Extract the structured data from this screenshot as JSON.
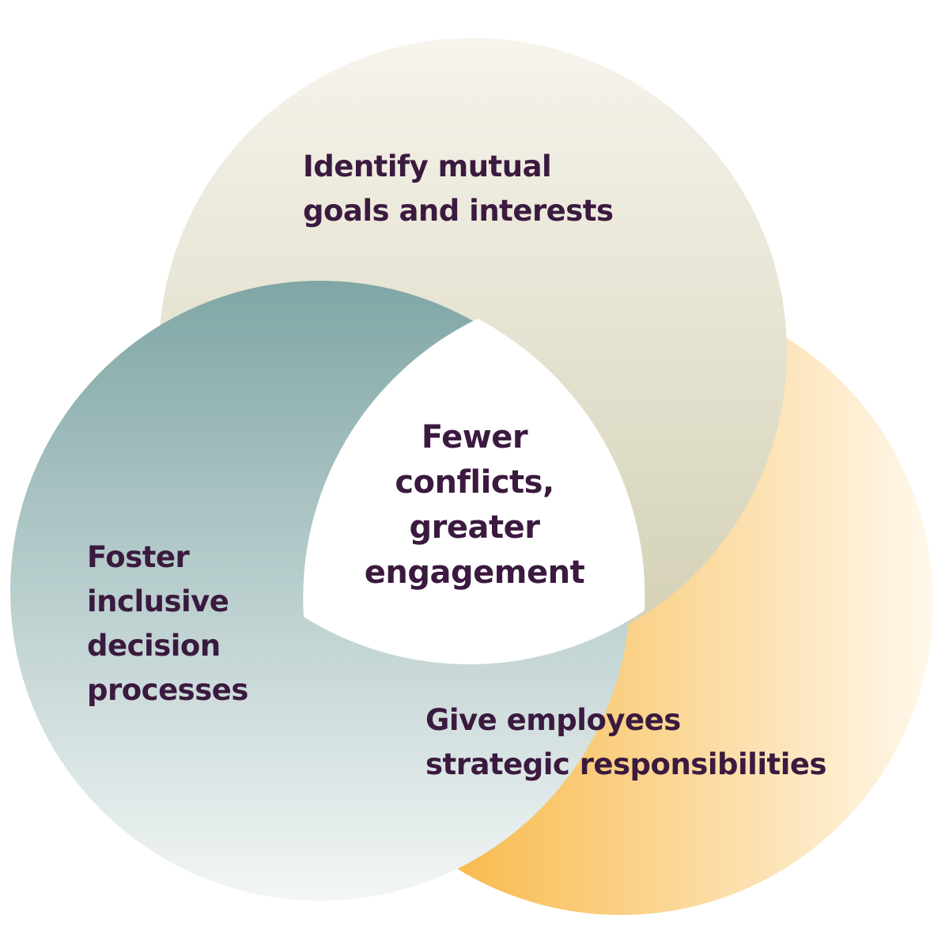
{
  "diagram": {
    "type": "venn",
    "center": {
      "lines": [
        "Fewer",
        "conflicts,",
        "greater",
        "engagement"
      ]
    },
    "circles": [
      {
        "id": "top",
        "lines": [
          "Identify mutual",
          "goals and interests"
        ],
        "gradient": [
          "#f6f4ec",
          "#d2cfb3"
        ]
      },
      {
        "id": "left",
        "lines": [
          "Foster",
          "inclusive",
          "decision",
          "processes"
        ],
        "gradient": [
          "#7fa6a5",
          "#f3f6f6"
        ]
      },
      {
        "id": "bottom",
        "lines": [
          "Give employees",
          "strategic responsibilities"
        ],
        "gradient": [
          "#f6a81d",
          "#fff8ec"
        ]
      }
    ],
    "text_color": "#3b1a3f"
  }
}
